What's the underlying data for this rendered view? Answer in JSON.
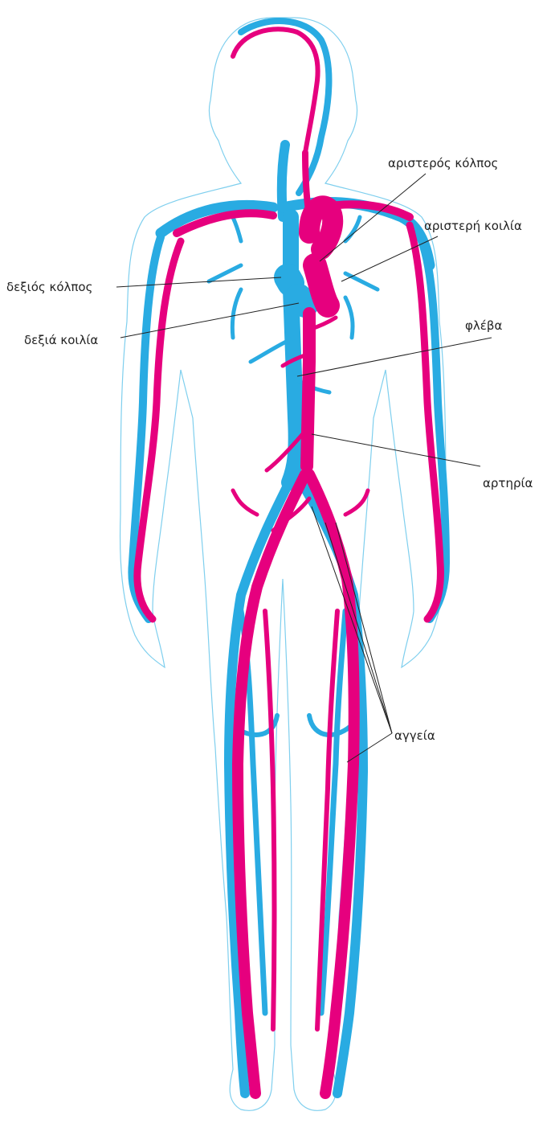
{
  "labels": {
    "left_atrium": "αριστερός κόλπος",
    "left_ventricle": "αριστερή κοιλία",
    "right_atrium": "δεξιός κόλπος",
    "right_ventricle": "δεξιά κοιλία",
    "vein": "φλέβα",
    "artery": "αρτηρία",
    "vessels": "αγγεία"
  },
  "colors": {
    "vein": "#29abe2",
    "artery": "#e6007e",
    "outline": "#7fcfee",
    "text": "#222222"
  }
}
